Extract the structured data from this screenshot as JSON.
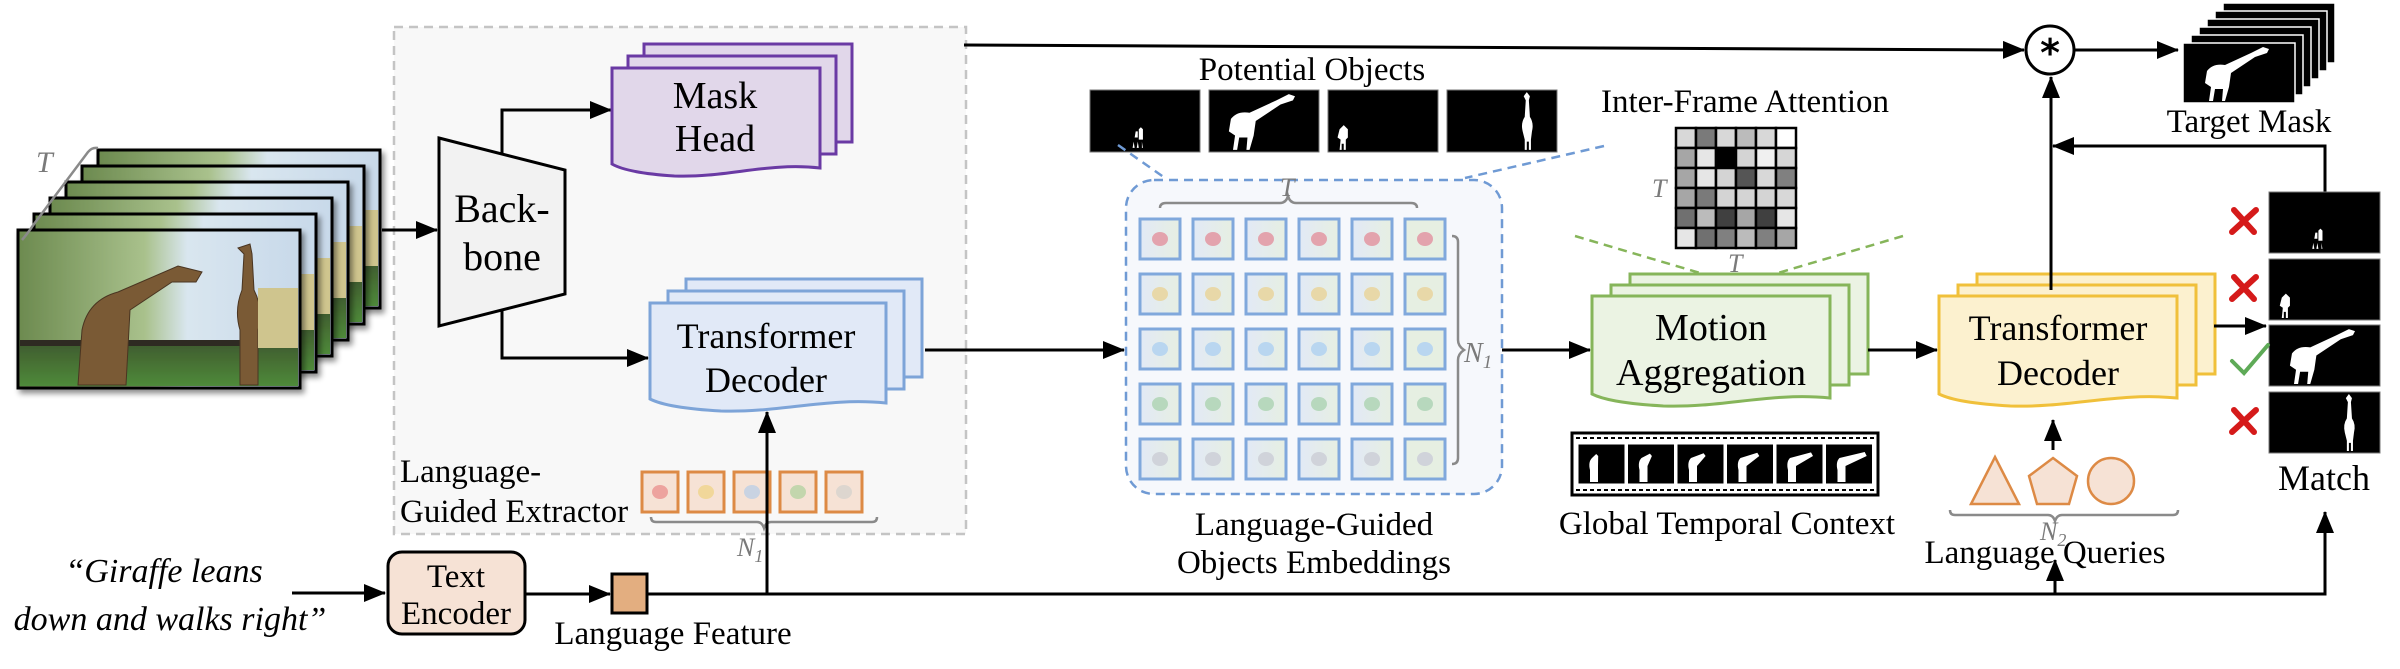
{
  "figure": {
    "title": "Language-guided referring video object segmentation pipeline",
    "input_sentence_line1": "“Giraffe leans",
    "input_sentence_line2": "down and walks right”",
    "frames_symbol": "T"
  },
  "extractor": {
    "label_line1": "Language-",
    "label_line2": "Guided Extractor",
    "backbone_line1": "Back-",
    "backbone_line2": "bone",
    "mask_head_line1": "Mask",
    "mask_head_line2": "Head",
    "decoder_line1": "Transformer",
    "decoder_line2": "Decoder",
    "queries_count_symbol": "N",
    "queries_count_subscript": "1",
    "query_dot_colors": [
      "#eda39e",
      "#f1d79a",
      "#c9d3e2",
      "#c3d6ad",
      "#ddd6cf"
    ]
  },
  "text_encoder": {
    "label_line1": "Text",
    "label_line2": "Encoder",
    "feature_label": "Language Feature"
  },
  "potential_objects": {
    "label": "Potential Objects",
    "thumbnails": [
      "small-object-mask",
      "leaning-giraffe-mask",
      "partial-giraffe-mask",
      "standing-giraffe-mask"
    ]
  },
  "embeddings": {
    "label_line1": "Language-Guided",
    "label_line2": "Objects Embeddings",
    "time_symbol": "T",
    "count_symbol": "N",
    "count_subscript": "1",
    "rows": 5,
    "cols": 6,
    "row_dot_colors": [
      "#e3a3ad",
      "#e8d8a8",
      "#b9d6f0",
      "#b7d8bd",
      "#d0d3da"
    ]
  },
  "attention": {
    "label": "Inter-Frame Attention",
    "row_symbol": "T",
    "col_symbol": "T",
    "matrix_gray": [
      [
        "#d8d8d8",
        "#7a7a7a",
        "#d8d8d8",
        "#bbbbbb",
        "#d8d8d8",
        "#ffffff"
      ],
      [
        "#a6a6a6",
        "#e6e6e6",
        "#000000",
        "#d4d4d4",
        "#f0f0f0",
        "#d6d6d6"
      ],
      [
        "#a6a6a6",
        "#e6e6e6",
        "#d4d4d4",
        "#555555",
        "#d8d8d8",
        "#808080"
      ],
      [
        "#a6a6a6",
        "#7a7a7a",
        "#d4d4d4",
        "#d4d4d4",
        "#d4d4d4",
        "#d8d8d8"
      ],
      [
        "#707070",
        "#bbbbbb",
        "#404040",
        "#a6a6a6",
        "#404040",
        "#e6e6e6"
      ],
      [
        "#e6e6e6",
        "#707070",
        "#808080",
        "#bbbbbb",
        "#808080",
        "#a6a6a6"
      ]
    ]
  },
  "motion": {
    "label_line1": "Motion",
    "label_line2": "Aggregation",
    "context_label": "Global Temporal Context",
    "film_frames": 6
  },
  "final_decoder": {
    "label_line1": "Transformer",
    "label_line2": "Decoder",
    "queries_label": "Language Queries",
    "queries_count_symbol": "N",
    "queries_count_subscript": "2",
    "query_shapes": [
      "triangle",
      "pentagon",
      "circle"
    ]
  },
  "output": {
    "operator_symbol": "*",
    "target_label": "Target Mask",
    "match_label": "Match",
    "match_results": [
      {
        "mask": "small-object-mask",
        "result": "reject",
        "symbol": "✕"
      },
      {
        "mask": "partial-giraffe-mask",
        "result": "reject",
        "symbol": "✕"
      },
      {
        "mask": "leaning-giraffe-mask",
        "result": "accept",
        "symbol": "✓"
      },
      {
        "mask": "standing-giraffe-mask",
        "result": "reject",
        "symbol": "✕"
      }
    ]
  },
  "colors": {
    "mask_head_fill": "#e1d7ea",
    "mask_head_stroke": "#6a3aa4",
    "decoder_fill": "#e1e9f7",
    "decoder_stroke": "#7da4d8",
    "motion_fill": "#ebf3e3",
    "motion_stroke": "#86b55a",
    "final_fill": "#fcf1cf",
    "final_stroke": "#f0c03a",
    "query_fill": "#f6e2d5",
    "query_stroke": "#dd8a45",
    "feature_fill": "#e3ae80",
    "encoder_fill": "#f6e2d5",
    "reject": "#d51a1a",
    "accept": "#5eaa57",
    "extractor_bg": "#f8f8f8",
    "extractor_border": "#c4c4c4",
    "embed_border": "#6f9ad4"
  }
}
